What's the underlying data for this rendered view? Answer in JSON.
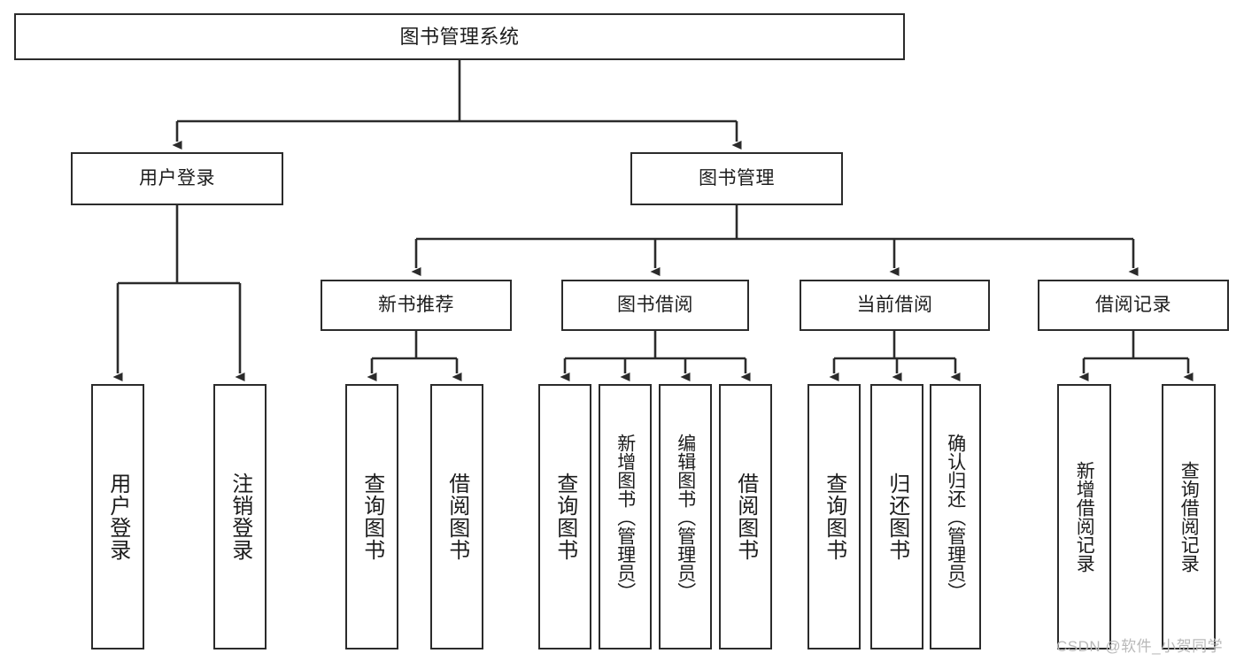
{
  "diagram": {
    "type": "tree",
    "title": "图书管理系统",
    "watermark": "CSDN @软件_小贺同学",
    "colors": {
      "background": "#ffffff",
      "box_border": "#2b2b2b",
      "box_fill": "#ffffff",
      "text": "#1c1c1c",
      "connector": "#2b2b2b",
      "watermark": "#b9b9b9"
    },
    "levels": {
      "root": {
        "label": "图书管理系统"
      },
      "level2": [
        {
          "label": "用户登录"
        },
        {
          "label": "图书管理"
        }
      ],
      "level3": [
        {
          "label": "新书推荐"
        },
        {
          "label": "图书借阅"
        },
        {
          "label": "当前借阅"
        },
        {
          "label": "借阅记录"
        }
      ],
      "leaves": [
        {
          "label": "用户登录",
          "parent": "用户登录"
        },
        {
          "label": "注销登录",
          "parent": "用户登录"
        },
        {
          "label": "查询图书",
          "parent": "新书推荐"
        },
        {
          "label": "借阅图书",
          "parent": "新书推荐"
        },
        {
          "label": "查询图书",
          "parent": "图书借阅"
        },
        {
          "label": "新增图书（管理员）",
          "parent": "图书借阅"
        },
        {
          "label": "编辑图书（管理员）",
          "parent": "图书借阅"
        },
        {
          "label": "借阅图书",
          "parent": "图书借阅"
        },
        {
          "label": "查询图书",
          "parent": "当前借阅"
        },
        {
          "label": "归还图书",
          "parent": "当前借阅"
        },
        {
          "label": "确认归还（管理员）",
          "parent": "当前借阅"
        },
        {
          "label": "新增借阅记录",
          "parent": "借阅记录"
        },
        {
          "label": "查询借阅记录",
          "parent": "借阅记录"
        }
      ]
    }
  }
}
